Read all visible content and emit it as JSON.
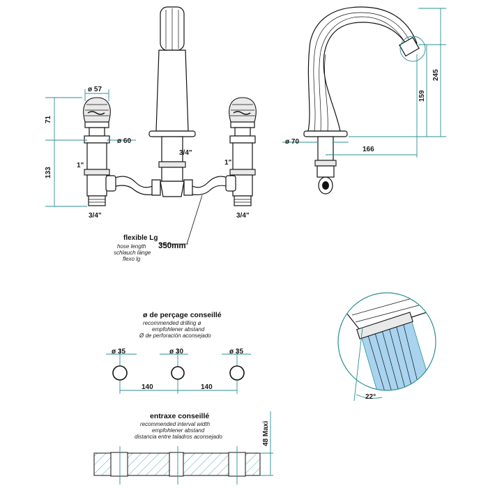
{
  "front_view": {
    "dims": {
      "handle_diameter": "ø 57",
      "shank_diameter": "ø 60",
      "handle_height": "71",
      "body_height": "133",
      "thread_top_left": "1\"",
      "thread_top_right": "1\"",
      "thread_bottom_left": "3/4\"",
      "thread_bottom_right": "3/4\"",
      "thread_spout": "3/4\""
    },
    "hose": {
      "title": "flexible Lg",
      "lines": [
        "hose length",
        "schlauch länge",
        "flexo lg"
      ],
      "value": "350mm"
    }
  },
  "side_view": {
    "dims": {
      "shank_diameter": "ø 70",
      "reach": "166",
      "outlet_height": "159",
      "total_height": "245"
    }
  },
  "detail": {
    "angle": "22°",
    "accent_color": "#2a8f93",
    "water_color": "#a9d3ef"
  },
  "drilling": {
    "title": "ø de perçage conseillé",
    "lines": [
      "recommended drilling ø",
      "empfohlener abstand",
      "Ø de perforación aconsejado"
    ],
    "holes": [
      "ø 35",
      "ø 30",
      "ø 35"
    ],
    "spacing": [
      "140",
      "140"
    ]
  },
  "interval": {
    "title": "entraxe conseillé",
    "lines": [
      "recommended interval width",
      "empfohlener abstand",
      "distancia entre taladros aconsejado"
    ],
    "max_thickness": "48 Maxi"
  }
}
